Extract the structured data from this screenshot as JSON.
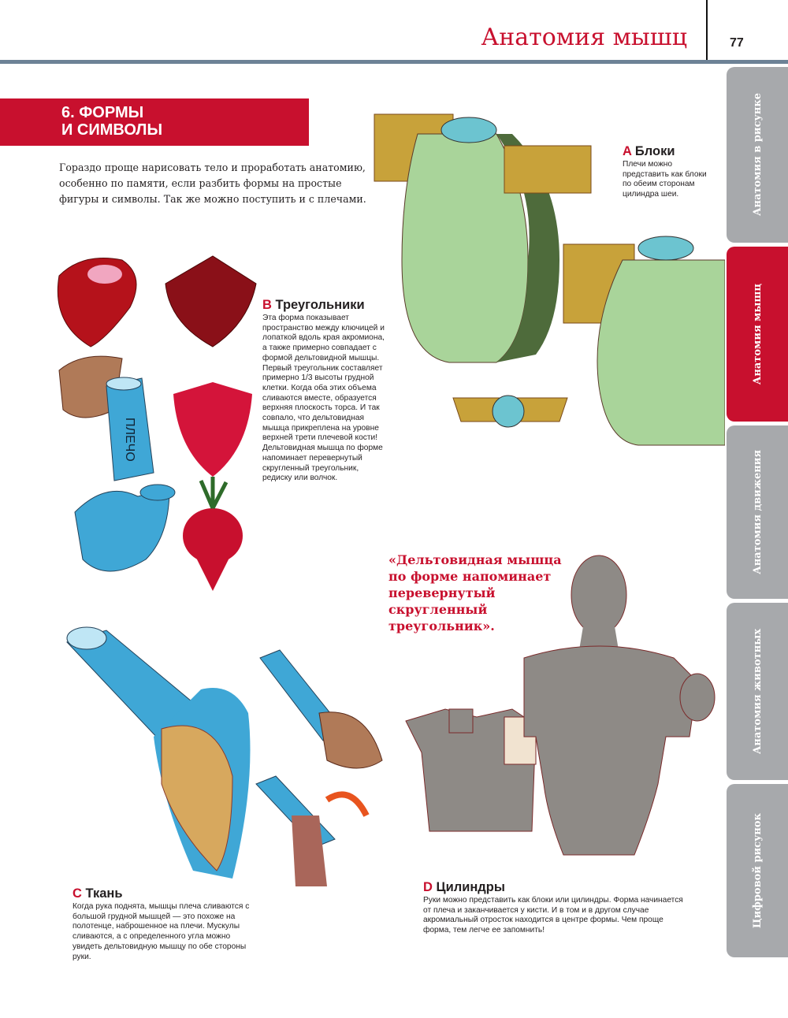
{
  "header": {
    "chapter_title": "Анатомия мышц",
    "page_number": "77"
  },
  "side_tabs": [
    {
      "label": "Анатомия в рисунке",
      "active": false
    },
    {
      "label": "Анатомия мышц",
      "active": true
    },
    {
      "label": "Анатомия движения",
      "active": false
    },
    {
      "label": "Анатомия животных",
      "active": false
    },
    {
      "label": "Цифровой рисунок",
      "active": false
    }
  ],
  "section": {
    "title_line1": "6. ФОРМЫ",
    "title_line2": "И СИМВОЛЫ",
    "intro": "Гораздо проще нарисовать тело и проработать анатомию, особенно по памяти, если разбить формы на простые фигуры и символы. Так же можно поступить и с плечами."
  },
  "captions": {
    "a": {
      "letter": "A",
      "title": "Блоки",
      "text": "Плечи можно представить как блоки по обеим сторонам цилиндра шеи."
    },
    "b": {
      "letter": "B",
      "title": "Треугольники",
      "text": "Эта форма показывает пространство между ключицей и лопаткой вдоль края акромиона, а также примерно совпадает с формой дельтовидной мышцы. Первый треугольник составляет примерно 1/3 высоты грудной клетки. Когда оба этих объема сливаются вместе, образуется верхняя плоскость торса. И так совпало, что дельтовидная мышца прикреплена на уровне верхней трети плечевой кости! Дельтовидная мышца по форме напоминает перевернутый скругленный треугольник, редиску или волчок."
    },
    "c": {
      "letter": "C",
      "title": "Ткань",
      "text": "Когда рука поднята, мышцы плеча сливаются с большой грудной мышцей — это похоже на полотенце, наброшенное на плечи. Мускулы сливаются, а с определенного угла можно увидеть дельтовидную мышцу по обе стороны руки."
    },
    "d": {
      "letter": "D",
      "title": "Цилиндры",
      "text": "Руки можно представить как блоки или цилиндры. Форма начинается от плеча и заканчивается у кисти. И в том и в другом случае акромиальный отросток находится в центре формы. Чем проще форма, тем легче ее запомнить!"
    }
  },
  "quote": "«Дельтовидная мышца по форме напоминает перевернутый скругленный треугольник».",
  "illustration_label": "ПЛЕЧО",
  "colors": {
    "accent": "#c8102e",
    "rule": "#6d8296",
    "tab": "#a7a9ac"
  }
}
